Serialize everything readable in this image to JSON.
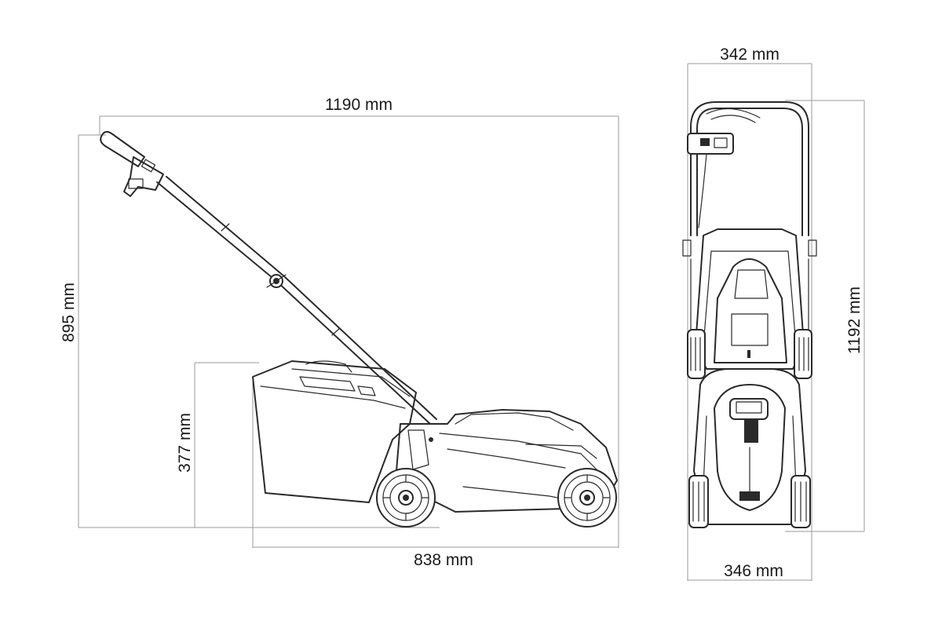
{
  "side_view": {
    "overall_length": "1190 mm",
    "overall_height": "895 mm",
    "body_height": "377 mm",
    "body_length": "838 mm"
  },
  "front_view": {
    "handle_width": "342 mm",
    "overall_length": "1192 mm",
    "base_width": "346 mm"
  },
  "colors": {
    "line": "#2a2a2a",
    "dimension": "#9a9a9a",
    "background": "#ffffff"
  }
}
